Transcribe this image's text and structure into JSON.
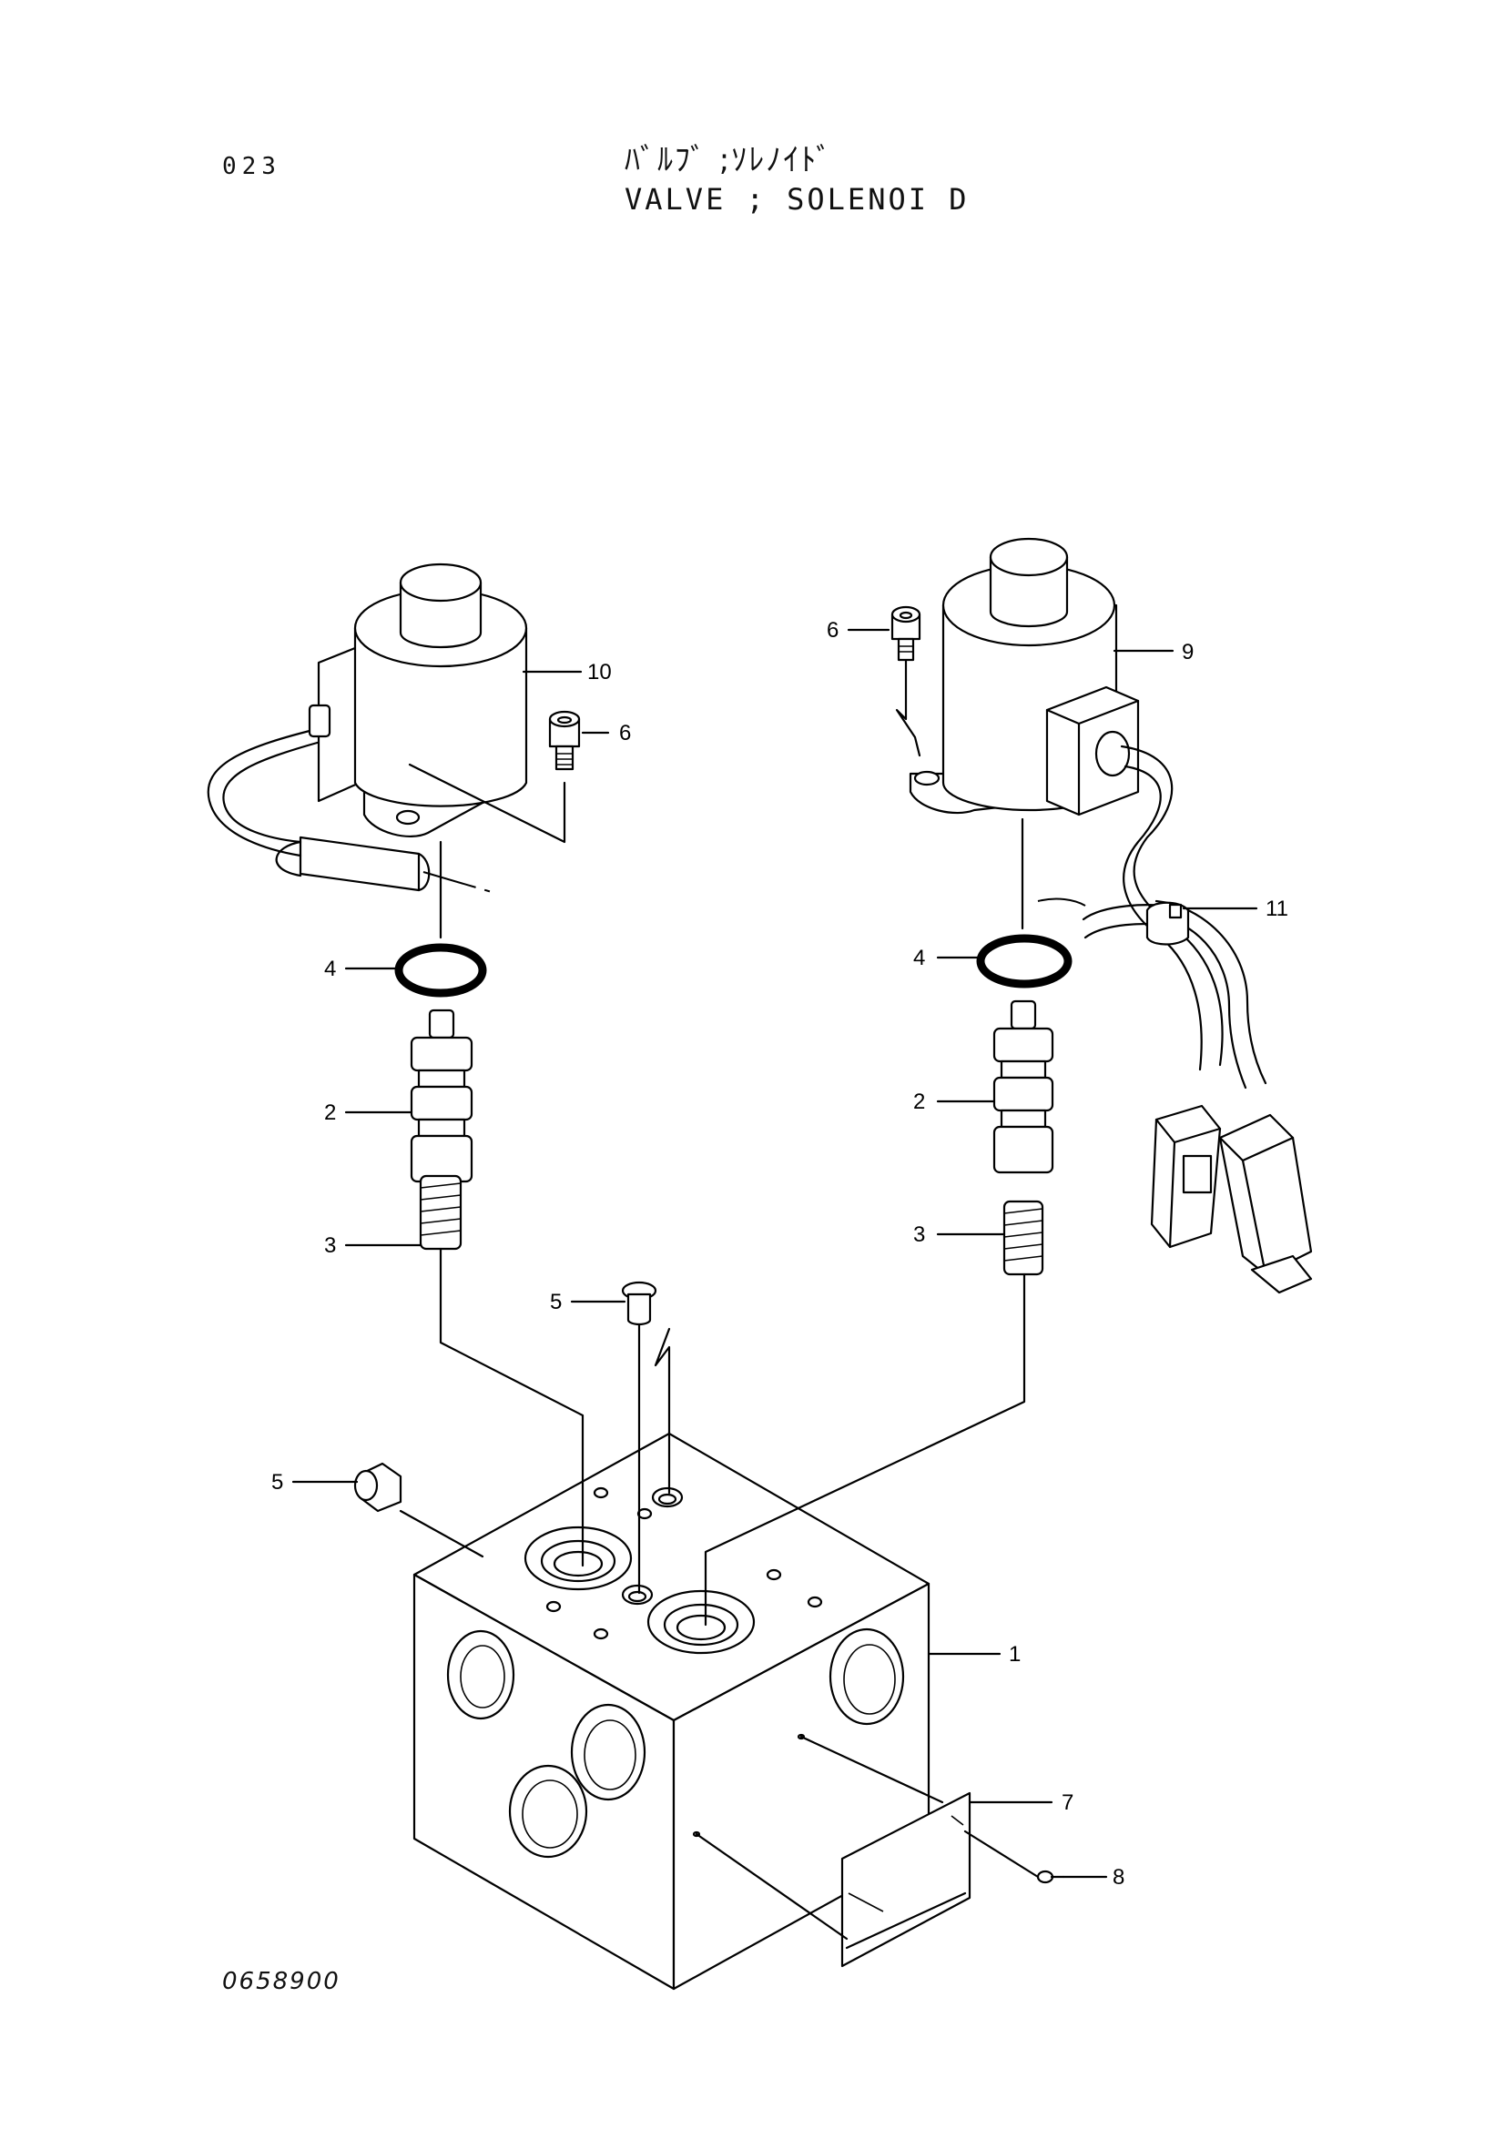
{
  "header": {
    "page_number": "023",
    "title_jp": "ﾊﾞﾙﾌﾞ ;ｿﾚﾉｲﾄﾞ",
    "title_en": "VALVE  ; SOLENOI D"
  },
  "footer": {
    "drawing_number": "0658900"
  },
  "callouts": [
    {
      "id": "c1",
      "label": "1"
    },
    {
      "id": "c2a",
      "label": "2"
    },
    {
      "id": "c2b",
      "label": "2"
    },
    {
      "id": "c3a",
      "label": "3"
    },
    {
      "id": "c3b",
      "label": "3"
    },
    {
      "id": "c4a",
      "label": "4"
    },
    {
      "id": "c4b",
      "label": "4"
    },
    {
      "id": "c5a",
      "label": "5"
    },
    {
      "id": "c5b",
      "label": "5"
    },
    {
      "id": "c6a",
      "label": "6"
    },
    {
      "id": "c6b",
      "label": "6"
    },
    {
      "id": "c7",
      "label": "7"
    },
    {
      "id": "c8",
      "label": "8"
    },
    {
      "id": "c9",
      "label": "9"
    },
    {
      "id": "c10",
      "label": "10"
    },
    {
      "id": "c11",
      "label": "11"
    }
  ]
}
